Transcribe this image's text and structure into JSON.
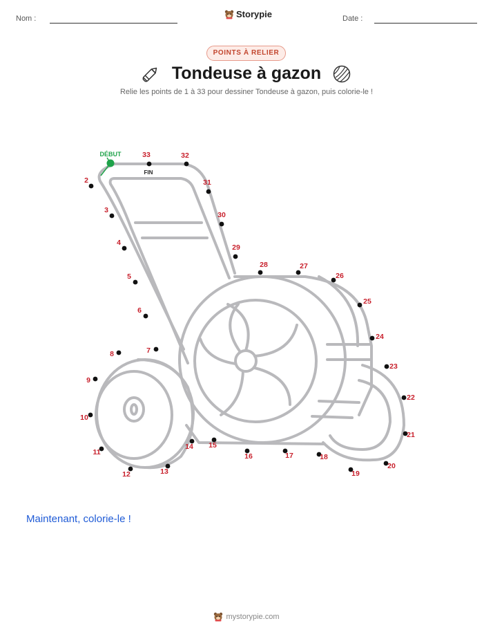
{
  "header": {
    "name_label": "Nom :",
    "date_label": "Date :",
    "brand_name": "Storypie"
  },
  "badge": "POINTS À RELIER",
  "title": "Tondeuse à gazon",
  "subtitle": "Relie les points de 1 à 33 pour dessiner Tondeuse à gazon, puis colorie-le !",
  "markers": {
    "start": "DÉBUT",
    "end": "FIN"
  },
  "dot_numbers": [
    "2",
    "3",
    "4",
    "5",
    "6",
    "7",
    "8",
    "9",
    "10",
    "11",
    "12",
    "13",
    "14",
    "15",
    "16",
    "17",
    "18",
    "19",
    "20",
    "21",
    "22",
    "23",
    "24",
    "25",
    "26",
    "27",
    "28",
    "29",
    "30",
    "31",
    "32",
    "33"
  ],
  "cta": "Maintenant, colorie-le !",
  "footer": {
    "url": "mystorypie.com"
  },
  "colors": {
    "outline": "#b9b9bc",
    "dot": "#111111",
    "number": "#c8202c",
    "start": "#1fa34a",
    "cta": "#1f5bd6"
  },
  "icons": [
    "brand-logo-icon",
    "pencil-icon",
    "yarn-ball-icon"
  ]
}
